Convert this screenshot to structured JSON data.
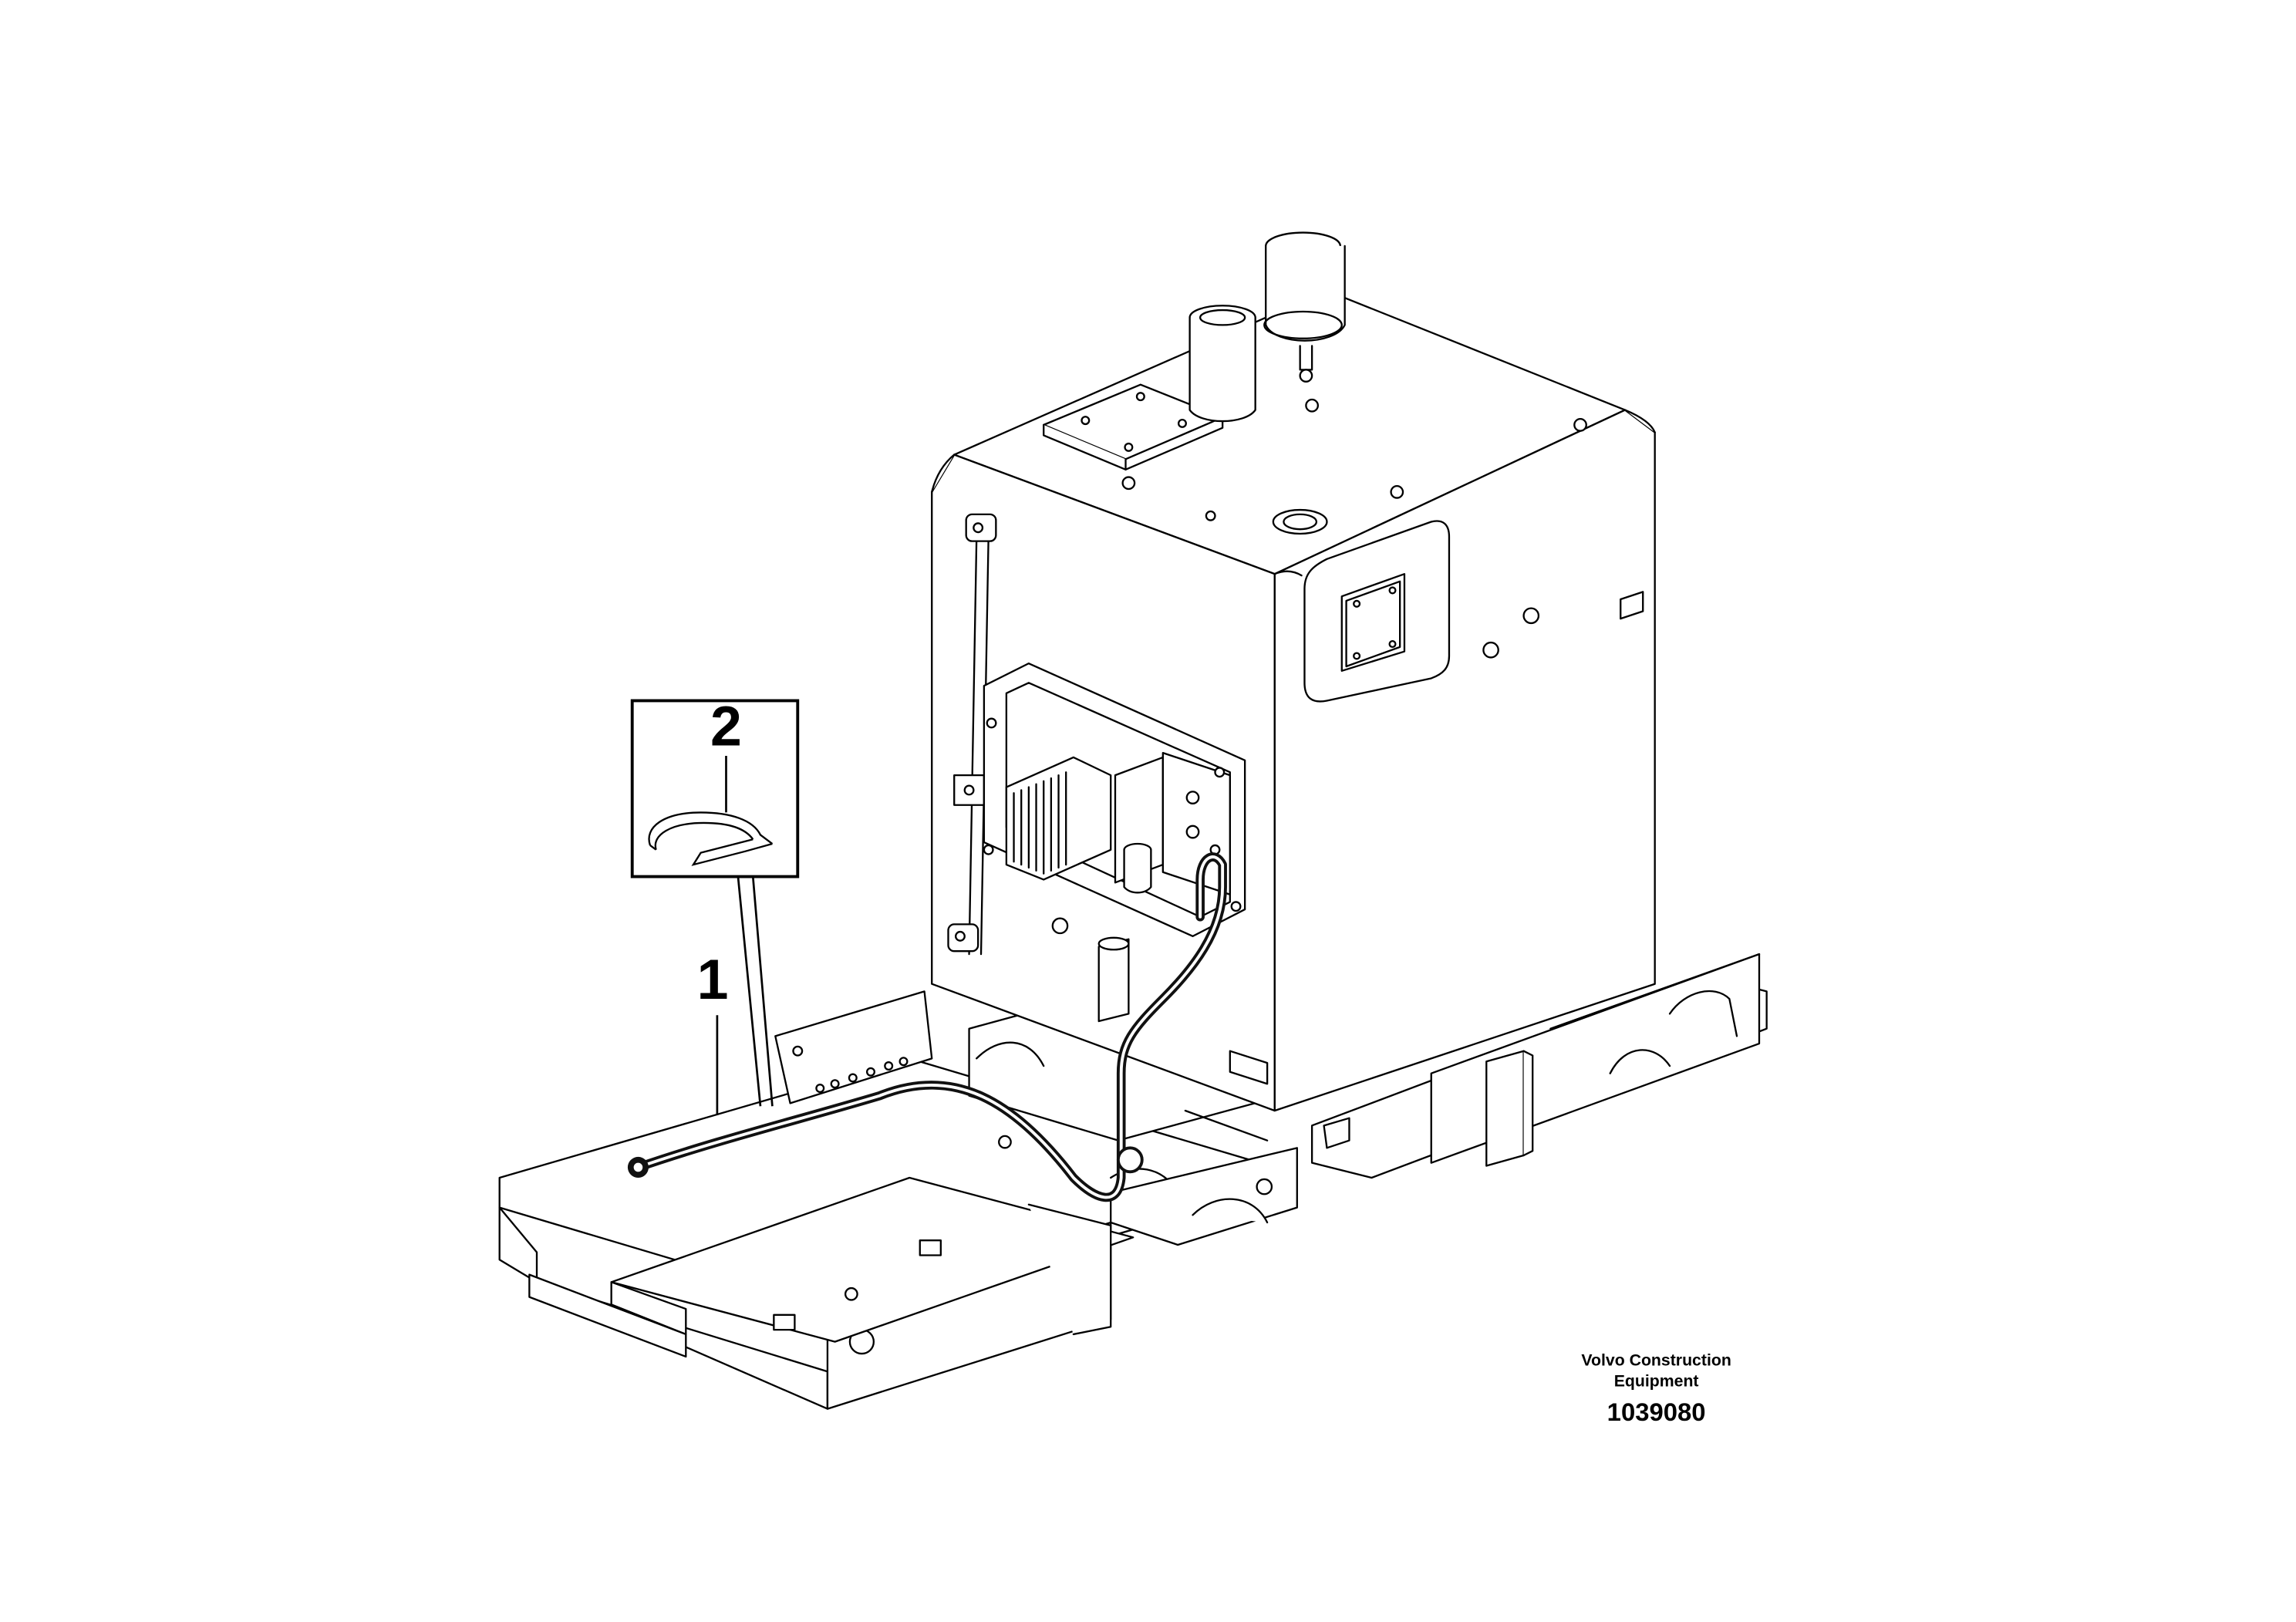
{
  "callouts": [
    {
      "id": "1",
      "label": "1"
    },
    {
      "id": "2",
      "label": "2"
    }
  ],
  "footer": {
    "company_line1": "Volvo Construction",
    "company_line2": "Equipment",
    "drawing_number": "1039080"
  },
  "colors": {
    "line": "#000000",
    "background": "#ffffff",
    "harness": "#111111"
  }
}
